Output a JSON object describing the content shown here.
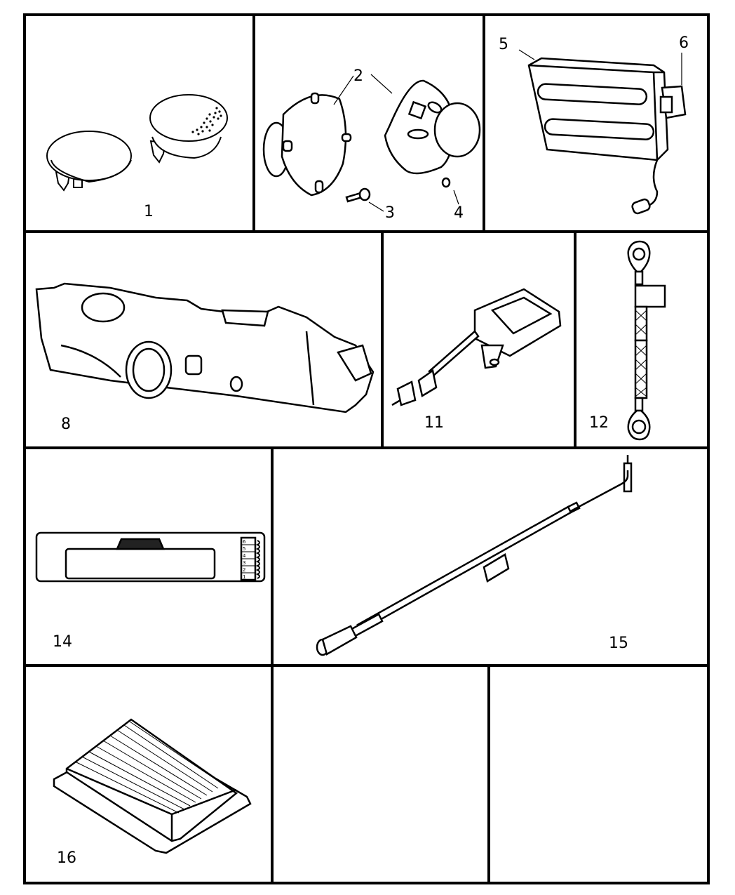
{
  "diagram": {
    "type": "parts-diagram-grid",
    "line_color": "#000000",
    "background": "#ffffff",
    "cells": [
      {
        "id": "cell-1",
        "part": "speaker grille covers",
        "callouts": [
          "1"
        ]
      },
      {
        "id": "cell-2",
        "part": "speakers, screw, nut",
        "callouts": [
          "2",
          "3",
          "4"
        ]
      },
      {
        "id": "cell-3",
        "part": "radio module with bracket",
        "callouts": [
          "5",
          "6"
        ]
      },
      {
        "id": "cell-4",
        "part": "instrument panel speaker housing",
        "callouts": [
          "8"
        ]
      },
      {
        "id": "cell-5",
        "part": "antenna module with cable",
        "callouts": [
          "11"
        ]
      },
      {
        "id": "cell-6",
        "part": "ground strap",
        "callouts": [
          "12"
        ]
      },
      {
        "id": "cell-7",
        "part": "radio / cd changer",
        "callouts": [
          "14"
        ]
      },
      {
        "id": "cell-8",
        "part": "antenna cable",
        "callouts": [
          "15"
        ]
      },
      {
        "id": "cell-9",
        "part": "amplifier",
        "callouts": [
          "16"
        ]
      },
      {
        "id": "cell-10",
        "part": "",
        "callouts": []
      },
      {
        "id": "cell-11",
        "part": "",
        "callouts": []
      }
    ],
    "radio_presets": [
      "6",
      "5",
      "4",
      "3",
      "2",
      "1"
    ]
  },
  "labels": {
    "c1": "1",
    "c2": "2",
    "c3": "3",
    "c4": "4",
    "c5": "5",
    "c6": "6",
    "c8": "8",
    "c11": "11",
    "c12": "12",
    "c14": "14",
    "c15": "15",
    "c16": "16"
  }
}
